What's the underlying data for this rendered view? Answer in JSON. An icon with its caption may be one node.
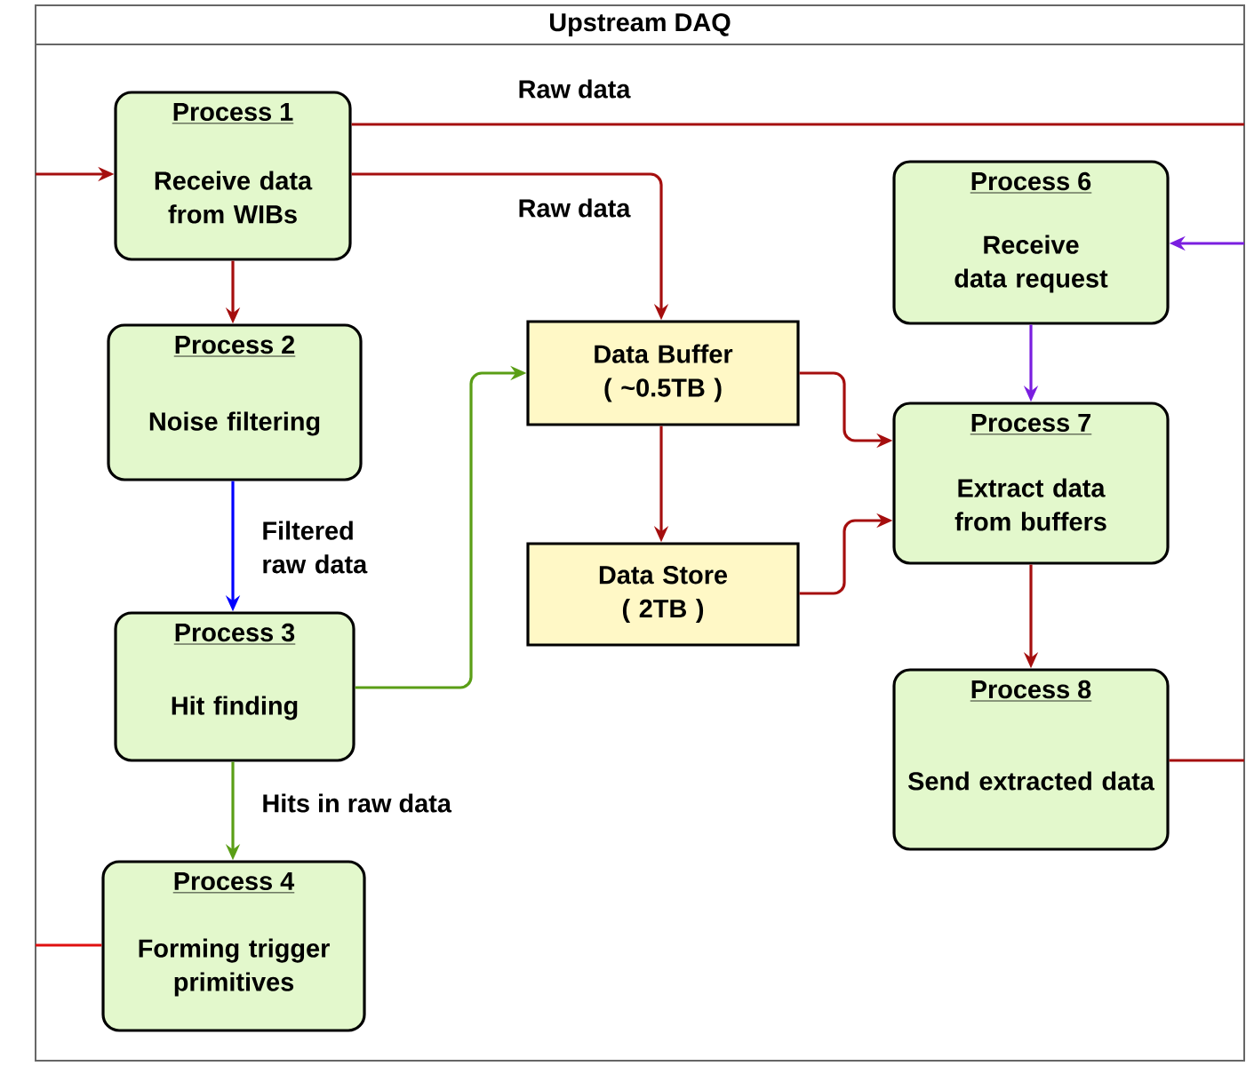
{
  "diagram": {
    "nodes": [
      {
        "text": [
          "Upstream DAQ"
        ]
      },
      {
        "text": [
          "Process 1",
          "Receive data from WIBs"
        ],
        "in": 0
      },
      {
        "text": [
          "Process 2",
          "Noise filtering"
        ],
        "in": 0
      },
      {
        "text": [
          "Process 3",
          "Hit finding"
        ],
        "in": 0
      },
      {
        "text": [
          "Process 4",
          "Forming trigger primitives"
        ],
        "in": 0
      },
      {
        "text": [
          "Data Buffer ( ~0.5TB )"
        ],
        "in": 0
      },
      {
        "text": [
          "Data Store ( 2TB )"
        ],
        "in": 0
      },
      {
        "text": [
          "Process 6",
          "Receive data request"
        ],
        "in": 0
      },
      {
        "text": [
          "Process 7",
          "Extract data from buffers"
        ],
        "in": 0
      },
      {
        "text": [
          "Process 8",
          "Send extracted data"
        ],
        "in": 0
      }
    ],
    "edges": [
      {
        "from": null,
        "to": 1,
        "arrow": "to"
      },
      {
        "from": 1,
        "to": null,
        "arrow": "none",
        "label": "Raw data"
      },
      {
        "from": 1,
        "to": 5,
        "arrow": "to",
        "label": "Raw data"
      },
      {
        "from": 1,
        "to": 2,
        "arrow": "to"
      },
      {
        "from": 2,
        "to": 3,
        "arrow": "to",
        "label": "Filtered raw data",
        "color": "#0000ff"
      },
      {
        "from": 3,
        "to": 5,
        "arrow": "to",
        "color": "#5a9e16"
      },
      {
        "from": 3,
        "to": 4,
        "arrow": "to",
        "label": "Hits in raw data",
        "color": "#5a9e16"
      },
      {
        "from": null,
        "to": 4,
        "arrow": "none",
        "color": "#e01010"
      },
      {
        "from": 5,
        "to": 8,
        "arrow": "to"
      },
      {
        "from": 5,
        "to": 6,
        "arrow": "to"
      },
      {
        "from": 6,
        "to": 8,
        "arrow": "to"
      },
      {
        "from": null,
        "to": 7,
        "arrow": "to",
        "color": "#7a1ee0"
      },
      {
        "from": 7,
        "to": 8,
        "arrow": "to",
        "color": "#7a1ee0"
      },
      {
        "from": 8,
        "to": 9,
        "arrow": "to"
      },
      {
        "from": 9,
        "to": null,
        "arrow": "none"
      }
    ]
  }
}
